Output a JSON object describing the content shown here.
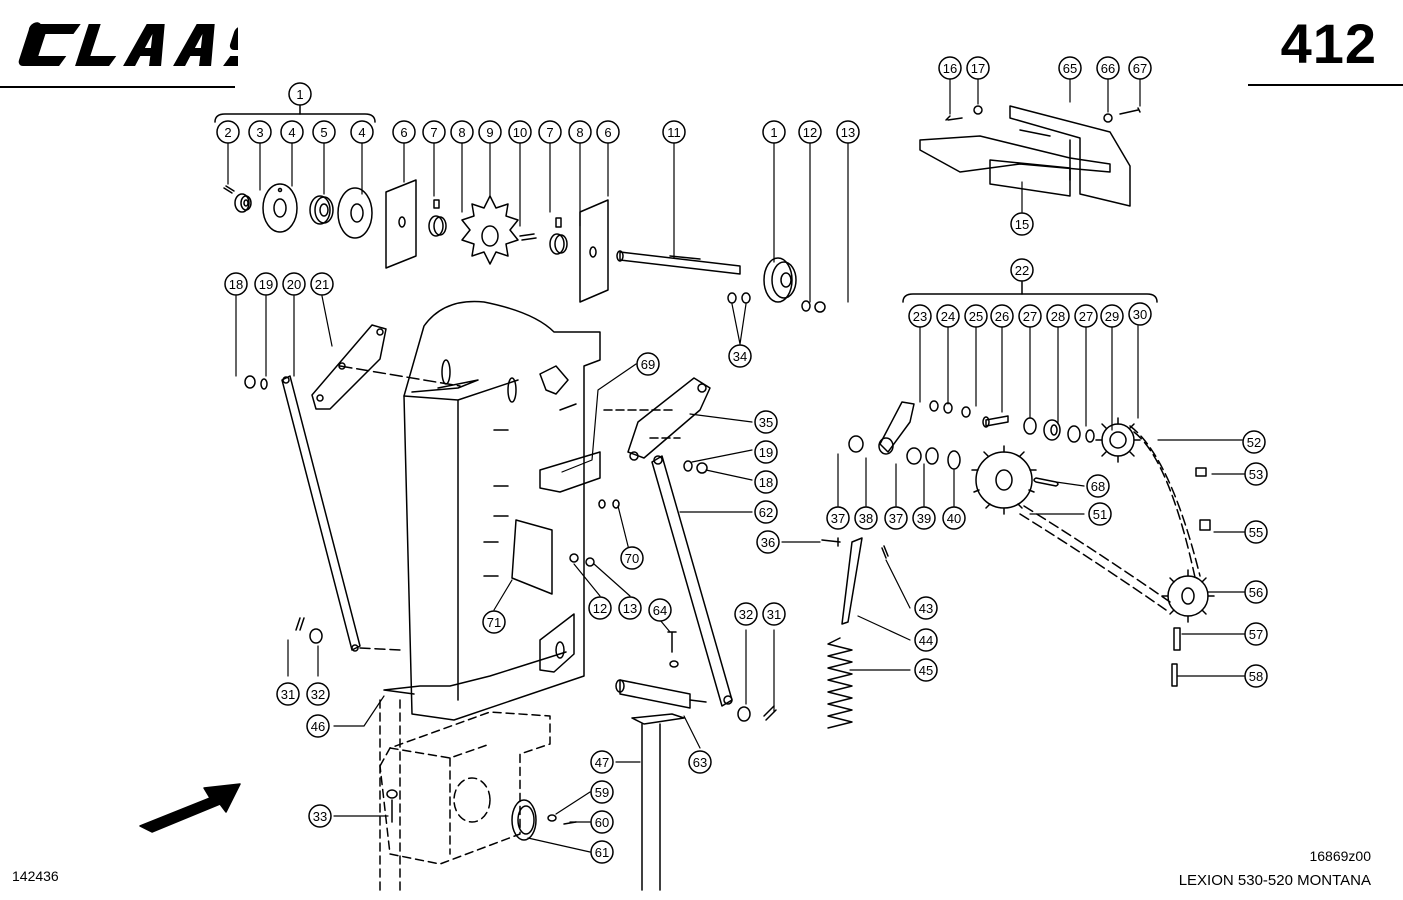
{
  "header": {
    "brand": "CLAAS",
    "page_number": "412"
  },
  "footer": {
    "drawing_number": "142436",
    "reference_code": "16869z00",
    "model": "LEXION 530-520 MONTANA"
  },
  "callouts": [
    {
      "label": "1"
    },
    {
      "label": "2"
    },
    {
      "label": "3"
    },
    {
      "label": "4"
    },
    {
      "label": "5"
    },
    {
      "label": "4"
    },
    {
      "label": "6"
    },
    {
      "label": "7"
    },
    {
      "label": "8"
    },
    {
      "label": "9"
    },
    {
      "label": "10"
    },
    {
      "label": "7"
    },
    {
      "label": "8"
    },
    {
      "label": "6"
    },
    {
      "label": "11"
    },
    {
      "label": "1"
    },
    {
      "label": "12"
    },
    {
      "label": "13"
    },
    {
      "label": "16"
    },
    {
      "label": "17"
    },
    {
      "label": "65"
    },
    {
      "label": "66"
    },
    {
      "label": "67"
    },
    {
      "label": "15"
    },
    {
      "label": "18"
    },
    {
      "label": "19"
    },
    {
      "label": "20"
    },
    {
      "label": "21"
    },
    {
      "label": "34"
    },
    {
      "label": "69"
    },
    {
      "label": "35"
    },
    {
      "label": "19"
    },
    {
      "label": "18"
    },
    {
      "label": "62"
    },
    {
      "label": "70"
    },
    {
      "label": "71"
    },
    {
      "label": "12"
    },
    {
      "label": "13"
    },
    {
      "label": "64"
    },
    {
      "label": "22"
    },
    {
      "label": "23"
    },
    {
      "label": "24"
    },
    {
      "label": "25"
    },
    {
      "label": "26"
    },
    {
      "label": "27"
    },
    {
      "label": "28"
    },
    {
      "label": "27"
    },
    {
      "label": "29"
    },
    {
      "label": "30"
    },
    {
      "label": "52"
    },
    {
      "label": "53"
    },
    {
      "label": "55"
    },
    {
      "label": "68"
    },
    {
      "label": "51"
    },
    {
      "label": "37"
    },
    {
      "label": "38"
    },
    {
      "label": "37"
    },
    {
      "label": "39"
    },
    {
      "label": "40"
    },
    {
      "label": "36"
    },
    {
      "label": "43"
    },
    {
      "label": "44"
    },
    {
      "label": "45"
    },
    {
      "label": "56"
    },
    {
      "label": "57"
    },
    {
      "label": "58"
    },
    {
      "label": "32"
    },
    {
      "label": "31"
    },
    {
      "label": "31"
    },
    {
      "label": "32"
    },
    {
      "label": "46"
    },
    {
      "label": "47"
    },
    {
      "label": "63"
    },
    {
      "label": "33"
    },
    {
      "label": "59"
    },
    {
      "label": "60"
    },
    {
      "label": "61"
    }
  ]
}
